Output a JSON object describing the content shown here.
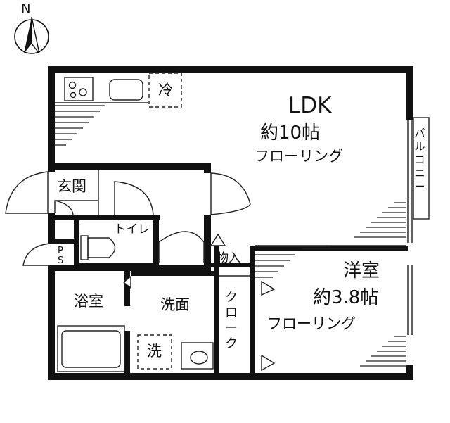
{
  "compass": {
    "north_label": "N"
  },
  "rooms": {
    "ldk": {
      "name": "LDK",
      "size": "約10帖",
      "floor": "フローリング"
    },
    "western": {
      "name": "洋室",
      "size": "約3.8帖",
      "floor": "フローリング"
    },
    "entrance": {
      "name": "玄関"
    },
    "toilet": {
      "name": "トイレ"
    },
    "ps": {
      "name": "PS"
    },
    "bath": {
      "name": "浴室"
    },
    "washroom": {
      "name": "洗面"
    },
    "closet": {
      "name": "クローク"
    },
    "storage": {
      "name": "物入"
    },
    "balcony": {
      "name": "バルコニー"
    },
    "fridge": {
      "name": "冷"
    },
    "washer": {
      "name": "洗"
    }
  },
  "colors": {
    "wall": "#111111",
    "line": "#222222",
    "background": "#ffffff"
  }
}
